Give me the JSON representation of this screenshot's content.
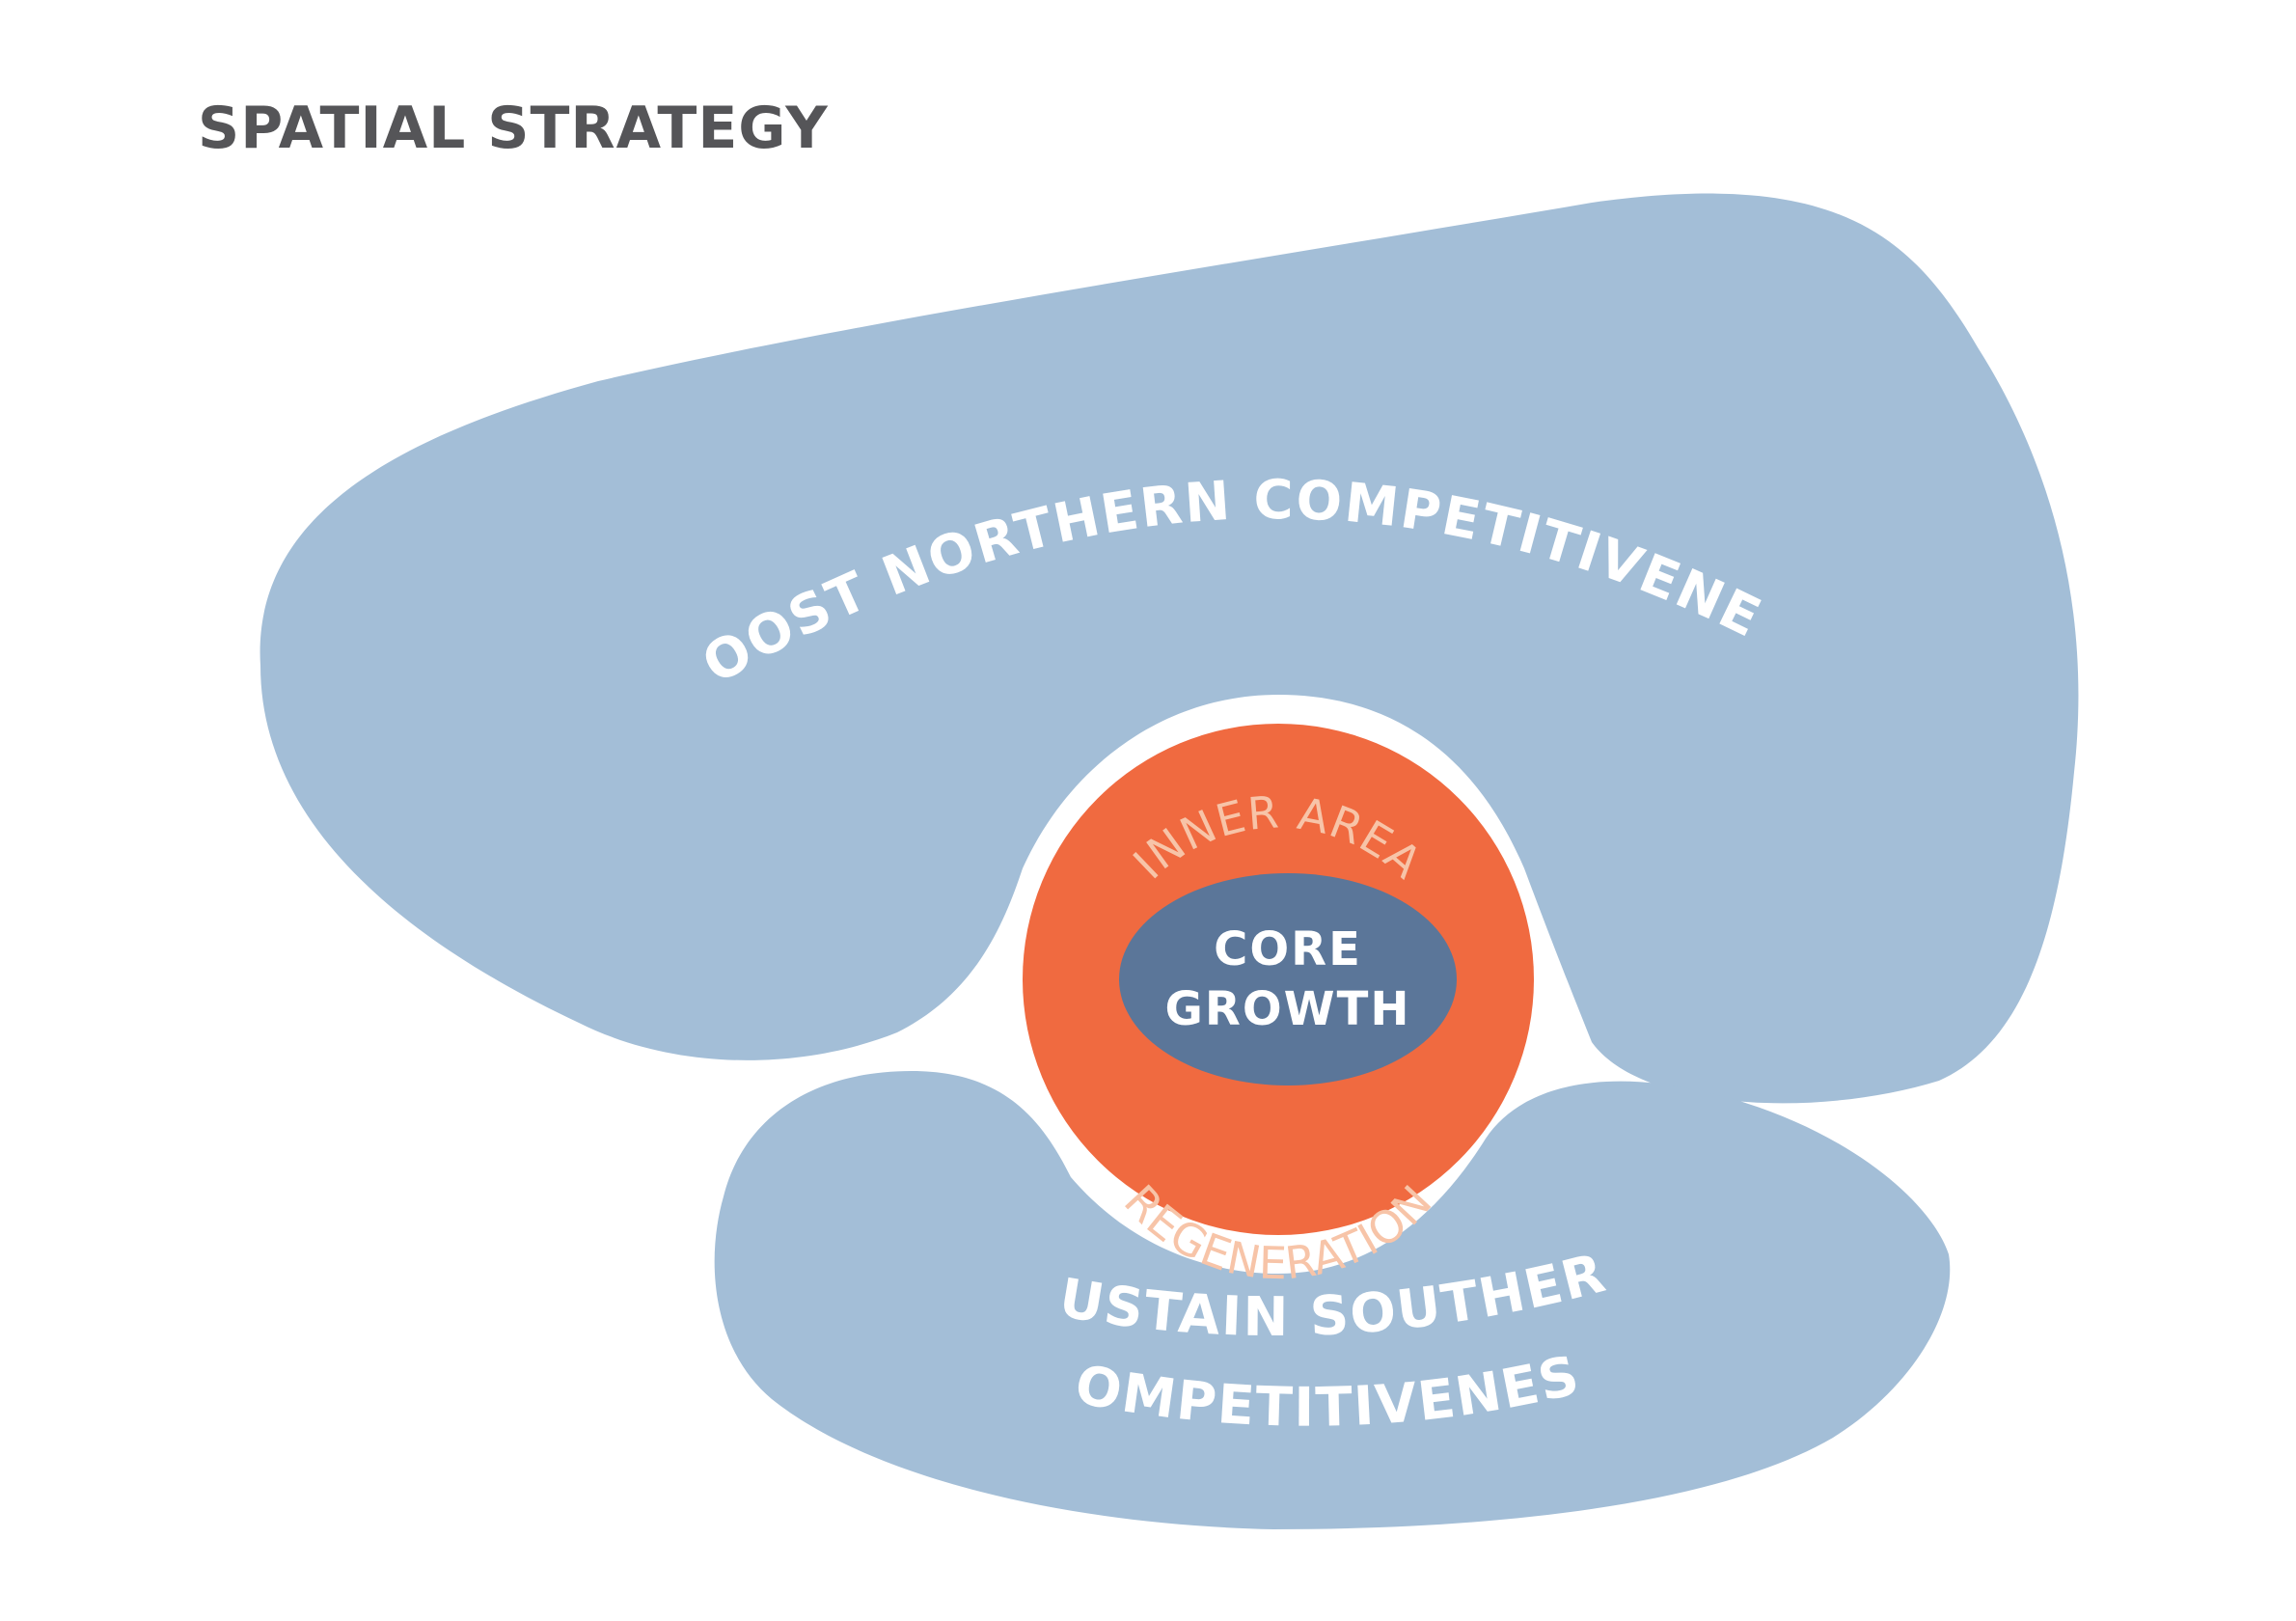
{
  "title": "SPATIAL STRATEGY",
  "colors": {
    "region_fill": "#a3bed7",
    "ring_fill": "#f06a40",
    "core_fill": "#5b7699",
    "title_text": "#555558",
    "ring_text": "#f7c4a8"
  },
  "regions": {
    "north": {
      "label": "BOOST NORTHERN COMPETITIVENESS"
    },
    "south": {
      "label_line1": "SUSTAIN  SOUTHERN",
      "label_line2": "COMPETITIVENESS"
    }
  },
  "center": {
    "ring_top": "INNER AREA",
    "ring_bottom": "REGENERATION",
    "core_line1": "CORE",
    "core_line2": "GROWTH"
  }
}
